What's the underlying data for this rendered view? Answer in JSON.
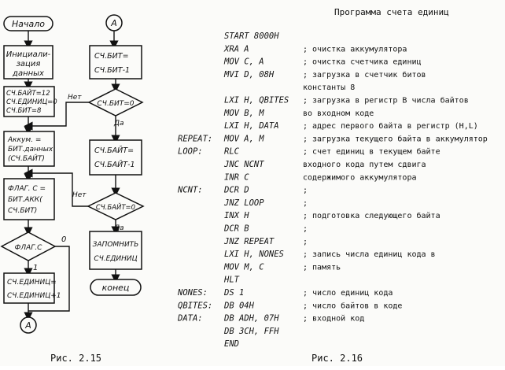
{
  "flowchart": {
    "start_label": "Начало",
    "connector_label": "A",
    "init_box": [
      "Инициали-",
      "зация",
      "данных"
    ],
    "set_box": [
      "СЧ.БАЙТ=12",
      "СЧ.ЕДИНИЦ=0",
      "СЧ.БИТ=8"
    ],
    "acc_box": [
      "Аккум. =",
      "БИТ.данных",
      "(СЧ.БАЙТ)"
    ],
    "flag_box": [
      "ФЛАГ. C =",
      "БИТ.АКК(",
      "СЧ.БИТ)"
    ],
    "flag_decision": "ФЛАГ.C",
    "branch_zero": "0",
    "branch_one": "1",
    "count_box": [
      "СЧ.ЕДИНИЦ=",
      "СЧ.ЕДИНИЦ+1"
    ],
    "bit_dec_box": [
      "СЧ.БИТ=",
      "СЧ.БИТ-1"
    ],
    "bit_decision": "СЧ.БИТ=0",
    "no_label": "Нет",
    "yes_label": "Да",
    "byte_dec_box": [
      "СЧ.БАЙТ=",
      "СЧ.БАЙТ-1"
    ],
    "byte_decision": "СЧ.БАЙТ=0",
    "save_box": [
      "ЗАПОМНИТЬ",
      "СЧ.ЕДИНИЦ"
    ],
    "end_label": "конец",
    "caption": "Рис. 2.15"
  },
  "program": {
    "title": "Программа счета единиц",
    "lines": [
      {
        "label": "",
        "code": "START 8000H",
        "comment": ""
      },
      {
        "label": "",
        "code": "XRA A",
        "comment": "; очистка аккумулятора"
      },
      {
        "label": "",
        "code": "MOV C, A",
        "comment": "; очистка счетчика единиц"
      },
      {
        "label": "",
        "code": "MVI D, 08H",
        "comment": "; загрузка в счетчик битов"
      },
      {
        "label": "",
        "code": "",
        "comment": "  константы 8"
      },
      {
        "label": "",
        "code": "LXI H, QBITES",
        "comment": "; загрузка в регистр B числа байтов"
      },
      {
        "label": "",
        "code": "MOV B, M",
        "comment": "  во входном коде"
      },
      {
        "label": "",
        "code": "LXI H, DATA",
        "comment": "; адрес первого байта в регистр (H,L)"
      },
      {
        "label": "REPEAT:",
        "code": "MOV A, M",
        "comment": "; загрузка текущего байта в аккумулятор"
      },
      {
        "label": "LOOP:",
        "code": "RLC",
        "comment": "; счет единиц в текущем байте"
      },
      {
        "label": "",
        "code": "JNC NCNT",
        "comment": "  входного кода путем сдвига"
      },
      {
        "label": "",
        "code": "INR C",
        "comment": "  содержимого аккумулятора"
      },
      {
        "label": "NCNT:",
        "code": "DCR D",
        "comment": ";"
      },
      {
        "label": "",
        "code": "JNZ LOOP",
        "comment": ";"
      },
      {
        "label": "",
        "code": "INX H",
        "comment": "; подготовка следующего байта"
      },
      {
        "label": "",
        "code": "DCR B",
        "comment": ";"
      },
      {
        "label": "",
        "code": "JNZ REPEAT",
        "comment": ";"
      },
      {
        "label": "",
        "code": "LXI H, NONES",
        "comment": "; запись числа единиц кода в"
      },
      {
        "label": "",
        "code": "MOV M, C",
        "comment": "; память"
      },
      {
        "label": "",
        "code": "HLT",
        "comment": ""
      },
      {
        "label": "NONES:",
        "code": "DS 1",
        "comment": "; число единиц кода"
      },
      {
        "label": "QBITES:",
        "code": "DB 04H",
        "comment": "; число байтов в коде"
      },
      {
        "label": "DATA:",
        "code": "DB ADH, 07H",
        "comment": "; входной код"
      },
      {
        "label": "",
        "code": "DB 3CH, FFH",
        "comment": ""
      },
      {
        "label": "",
        "code": "END",
        "comment": ""
      }
    ],
    "caption": "Рис. 2.16"
  }
}
